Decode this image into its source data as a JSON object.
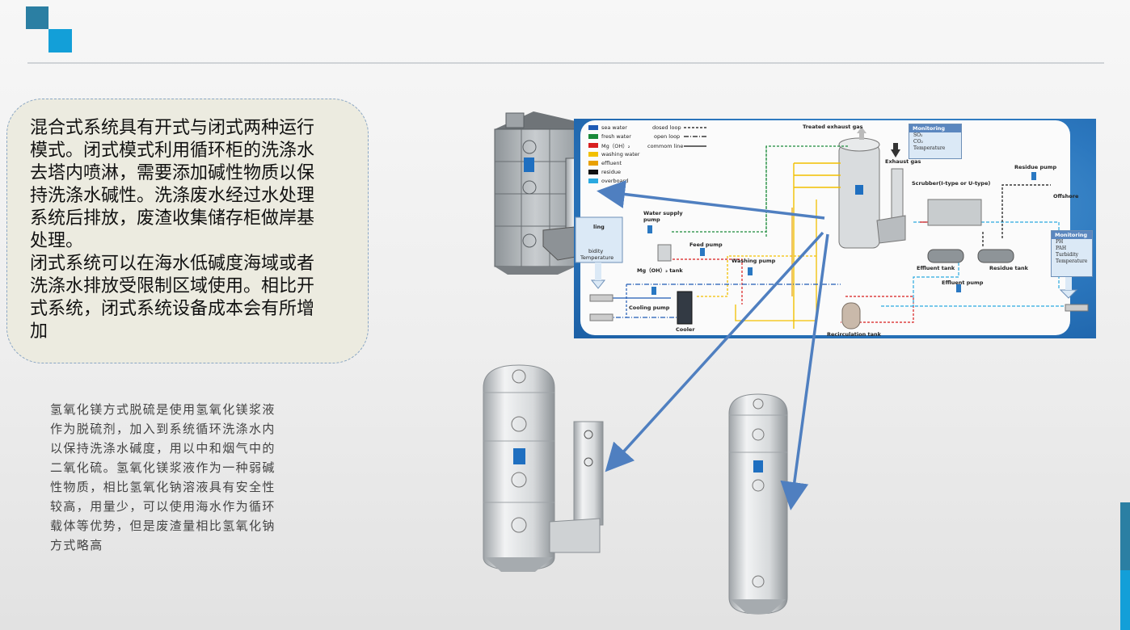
{
  "callout": {
    "lines": [
      "混合式系统具有开式与闭式两种运行",
      "模式。闭式模式利用循环柜的洗涤水",
      "去塔内喷淋，需要添加碱性物质以保",
      "持洗涤水碱性。洗涤废水经过水处理",
      "系统后排放，废渣收集储存柜做岸基",
      "处理。",
      "闭式系统可以在海水低碱度海域或者",
      "洗涤水排放受限制区域使用。相比开",
      "式系统，闭式系统设备成本会有所增",
      "加"
    ]
  },
  "description": {
    "lines": [
      "氢氧化镁方式脱硫是使用氢氧化镁浆液",
      "作为脱硫剂，加入到系统循环洗涤水内",
      "以保持洗涤水碱度，用以中和烟气中的",
      "二氧化硫。氢氧化镁浆液作为一种弱碱",
      "性物质，相比氢氧化钠溶液具有安全性",
      "较高，用量少，可以使用海水作为循环",
      "载体等优势，但是废渣量相比氢氧化钠",
      "方式略高"
    ]
  },
  "diagram": {
    "legend": [
      {
        "label": "sea water",
        "color": "#1f5bb5"
      },
      {
        "label": "fresh water",
        "color": "#1a8a3a"
      },
      {
        "label": "Mg（OH）₂",
        "color": "#d81e1e"
      },
      {
        "label": "washing water",
        "color": "#f2c000"
      },
      {
        "label": "effluent",
        "color": "#e8a000"
      },
      {
        "label": "residue",
        "color": "#111111"
      },
      {
        "label": "overboard",
        "color": "#2aa9e0"
      }
    ],
    "line_legend": {
      "dosed": "dosed  loop",
      "open": "open loop",
      "common": "commom line"
    },
    "labels": {
      "treated_gas": "Treated exhaust gas",
      "exhaust_gas": "Exhaust gas",
      "scrubber": "Scrubber(I-type or U-type)",
      "residue_pump": "Residue pump",
      "offshore": "Offshore",
      "water_supply_pump_1": "Water supply",
      "water_supply_pump_2": "pump",
      "feed_pump": "Feed pump",
      "mg_tank": "Mg（OH）₂ tank",
      "washing_pump": "Washing pump",
      "effluent_tank": "Effluent tank",
      "residue_tank": "Residue tank",
      "effluent_pump": "Effluent pump",
      "cooling_pump": "Cooling pump",
      "cooler": "Cooler",
      "recirculation_tank": "Recirculation tank",
      "left_monitor_1": "ling",
      "left_monitor_2": "bidity",
      "left_monitor_3": "Temperature"
    },
    "monitor_top": {
      "title": "Monitoring",
      "items": [
        "SO₂",
        "CO₂",
        "Temperature"
      ]
    },
    "monitor_right": {
      "title": "Monitoring",
      "items": [
        "PH",
        "PAH",
        "Turbidity",
        "Temperature"
      ]
    }
  },
  "colors": {
    "accent_dark": "#2b7fa3",
    "accent_light": "#139fd8",
    "arrow": "#4f7fc0"
  }
}
